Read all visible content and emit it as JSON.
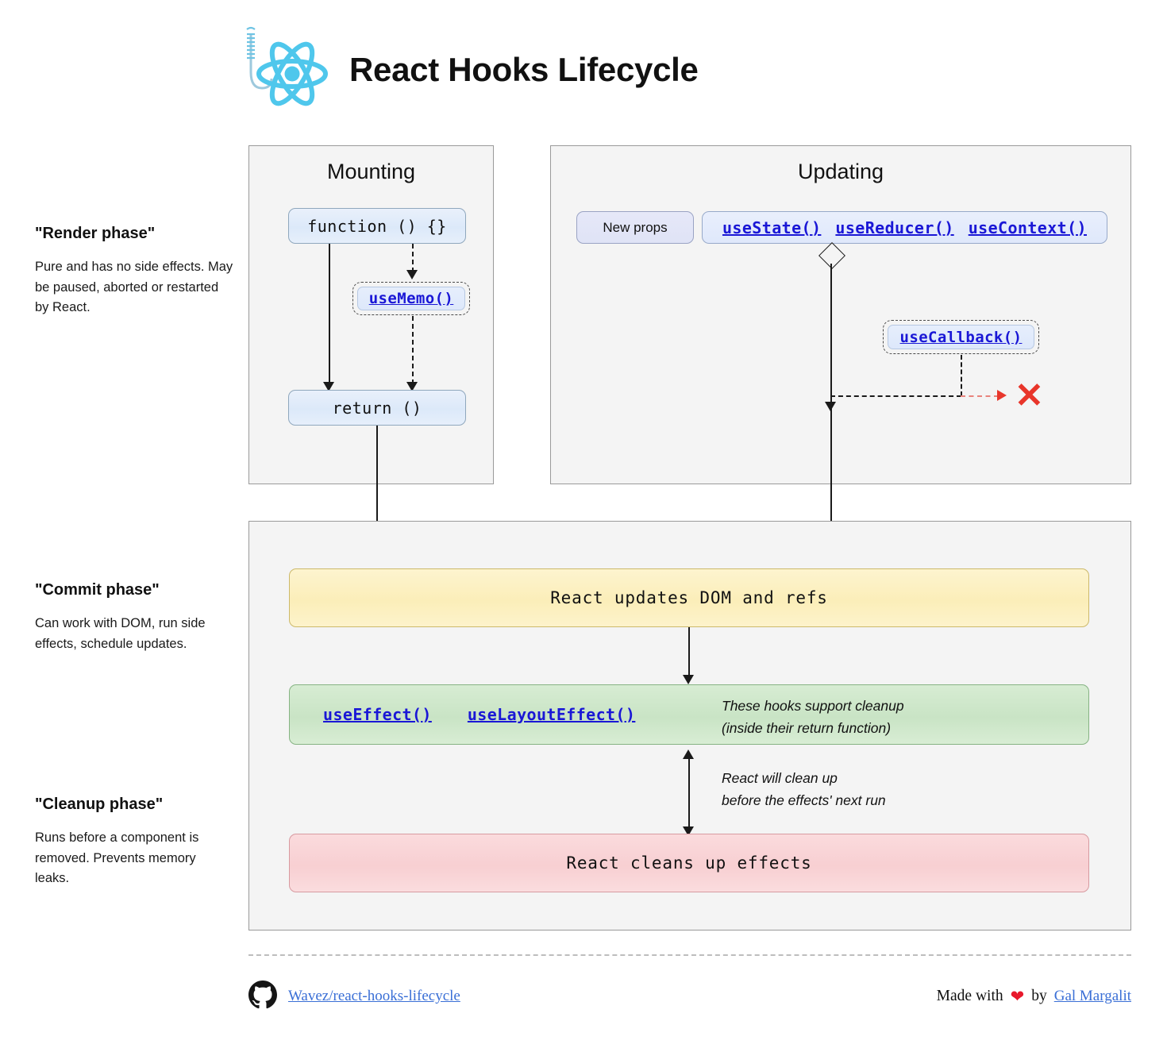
{
  "header": {
    "title": "React Hooks Lifecycle",
    "logo_icon": "react-atom-hook-logo"
  },
  "phases": [
    {
      "id": "render",
      "title": "\"Render phase\"",
      "description": "Pure and has no side effects. May be paused, aborted or restarted by React."
    },
    {
      "id": "commit",
      "title": "\"Commit phase\"",
      "description": "Can work with DOM, run side effects, schedule updates."
    },
    {
      "id": "cleanup",
      "title": "\"Cleanup phase\"",
      "description": "Runs before a component is removed. Prevents memory leaks."
    }
  ],
  "mounting": {
    "heading": "Mounting",
    "function_box": "function () {}",
    "use_memo": "useMemo()",
    "return_box": "return ()"
  },
  "updating": {
    "heading": "Updating",
    "new_props": "New props",
    "hooks": [
      "useState()",
      "useReducer()",
      "useContext()"
    ],
    "use_callback": "useCallback()",
    "skip_marker": "✕"
  },
  "commit": {
    "dom_box": "React updates DOM and refs",
    "effect_hooks": [
      "useEffect()",
      "useLayoutEffect()"
    ],
    "effect_note": "These hooks support cleanup\n(inside their return function)",
    "cleanup_note": "React will clean up\nbefore the effects' next run",
    "cleanup_box": "React cleans up effects"
  },
  "footer": {
    "repo_icon": "github-icon",
    "repo_link": "Wavez/react-hooks-lifecycle",
    "made_with_prefix": "Made with",
    "heart_icon": "❤",
    "made_with_by": "by",
    "author_link": "Gal Margalit"
  },
  "colors": {
    "react_cyan": "#4FC7EC",
    "link_blue": "#1a17d6",
    "yellow_box": "#fbeeb9",
    "green_box": "#c9e4c5",
    "pink_box": "#f8cfd2",
    "blue_box": "#dce9f9",
    "red_x": "#e8352a"
  }
}
